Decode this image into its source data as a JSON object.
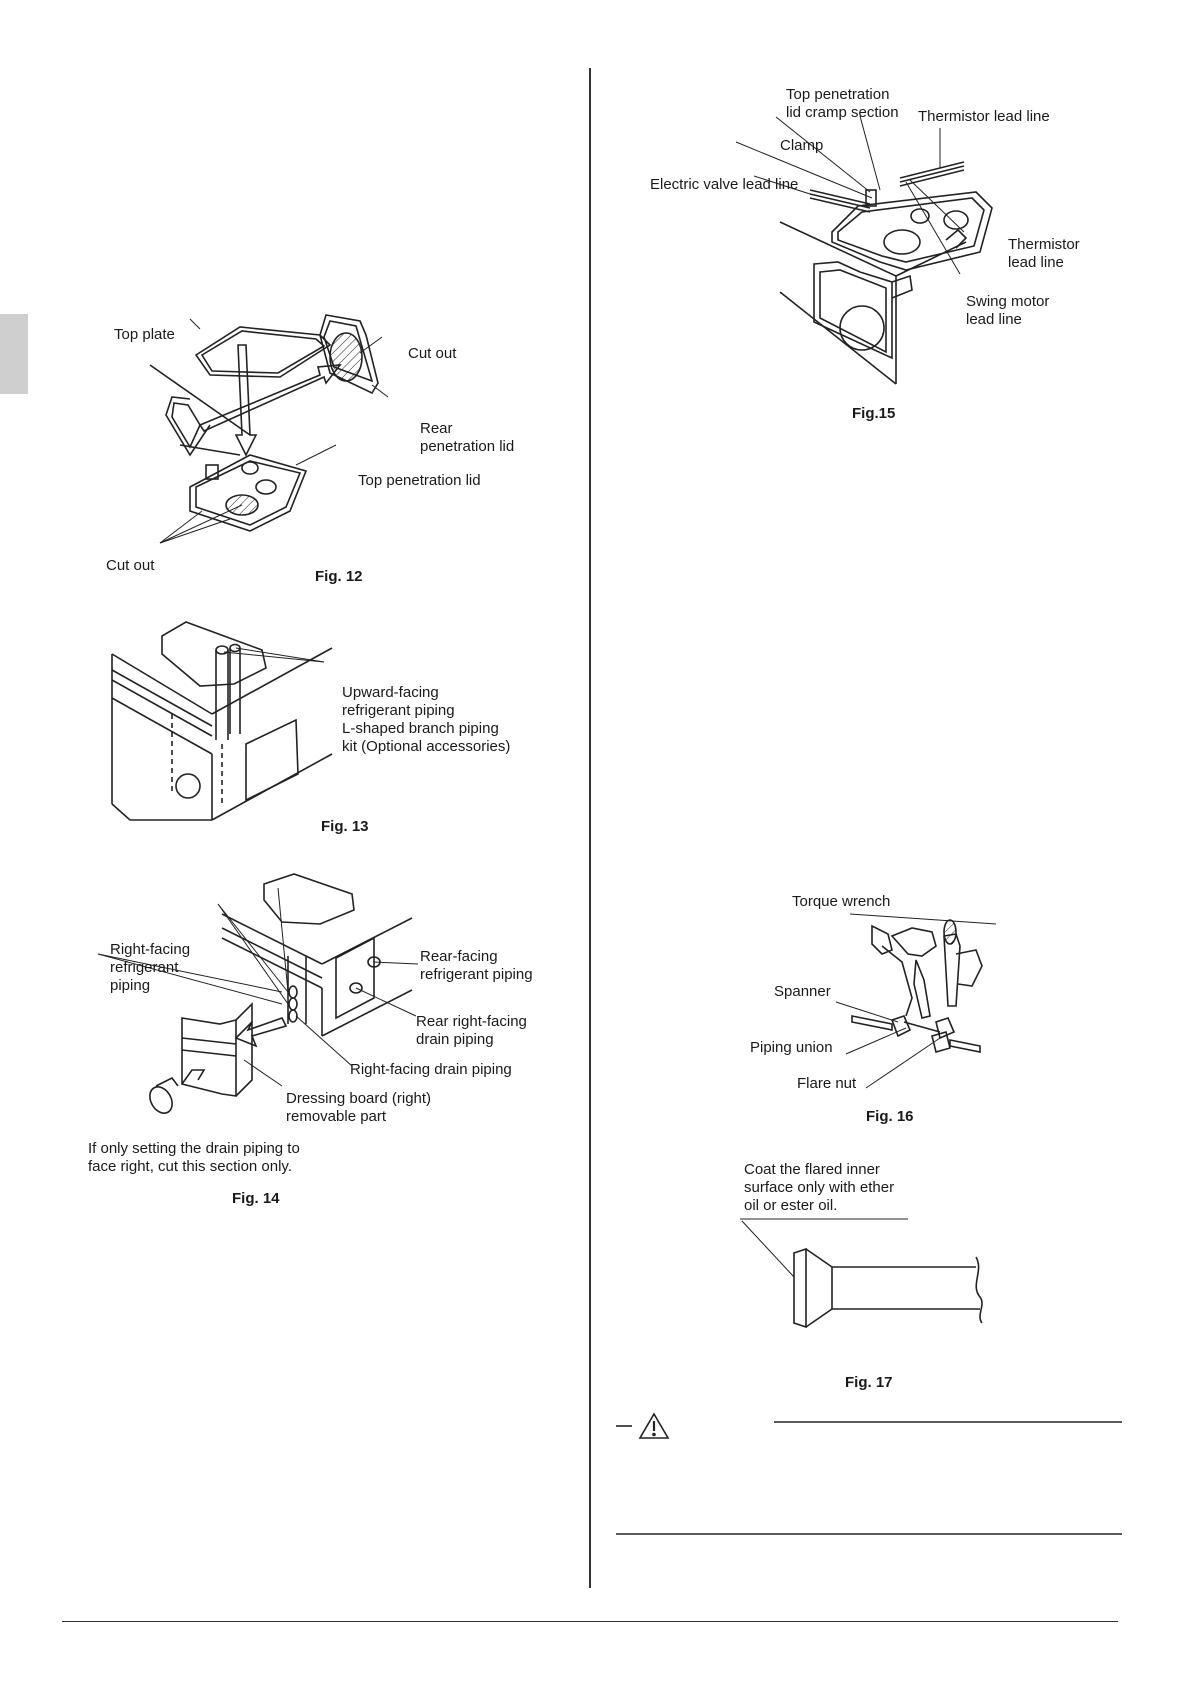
{
  "fig12": {
    "caption": "Fig. 12",
    "top_plate": "Top plate",
    "cut_out_1": "Cut out",
    "rear_lid": "Rear\npenetration lid",
    "top_lid": "Top penetration lid",
    "cut_out_2": "Cut out"
  },
  "fig13": {
    "caption": "Fig. 13",
    "labels": "Upward-facing\nrefrigerant piping\nL-shaped branch piping\nkit (Optional accessories)"
  },
  "fig14": {
    "caption": "Fig. 14",
    "right_refrig": "Right-facing\nrefrigerant\npiping",
    "rear_refrig": "Rear-facing\nrefrigerant piping",
    "rear_right_drain": "Rear right-facing\ndrain piping",
    "right_drain": "Right-facing drain piping",
    "dressing": "Dressing board (right)\nremovable part",
    "note": "If only setting the drain piping to\nface right, cut this section only."
  },
  "fig15": {
    "caption": "Fig.15",
    "cramp": "Top penetration\nlid cramp section",
    "thermistor_line": "Thermistor lead line",
    "clamp": "Clamp",
    "valve_line": "Electric valve lead line",
    "thermistor_line2": "Thermistor\nlead line",
    "swing_motor": "Swing motor\nlead line"
  },
  "fig16": {
    "caption": "Fig. 16",
    "torque": "Torque wrench",
    "spanner": "Spanner",
    "union": "Piping union",
    "flare": "Flare nut"
  },
  "fig17": {
    "caption": "Fig. 17",
    "coat": "Coat the flared inner\nsurface only with ether\noil or ester oil."
  },
  "icons": {
    "warning": "warning-triangle-icon"
  }
}
